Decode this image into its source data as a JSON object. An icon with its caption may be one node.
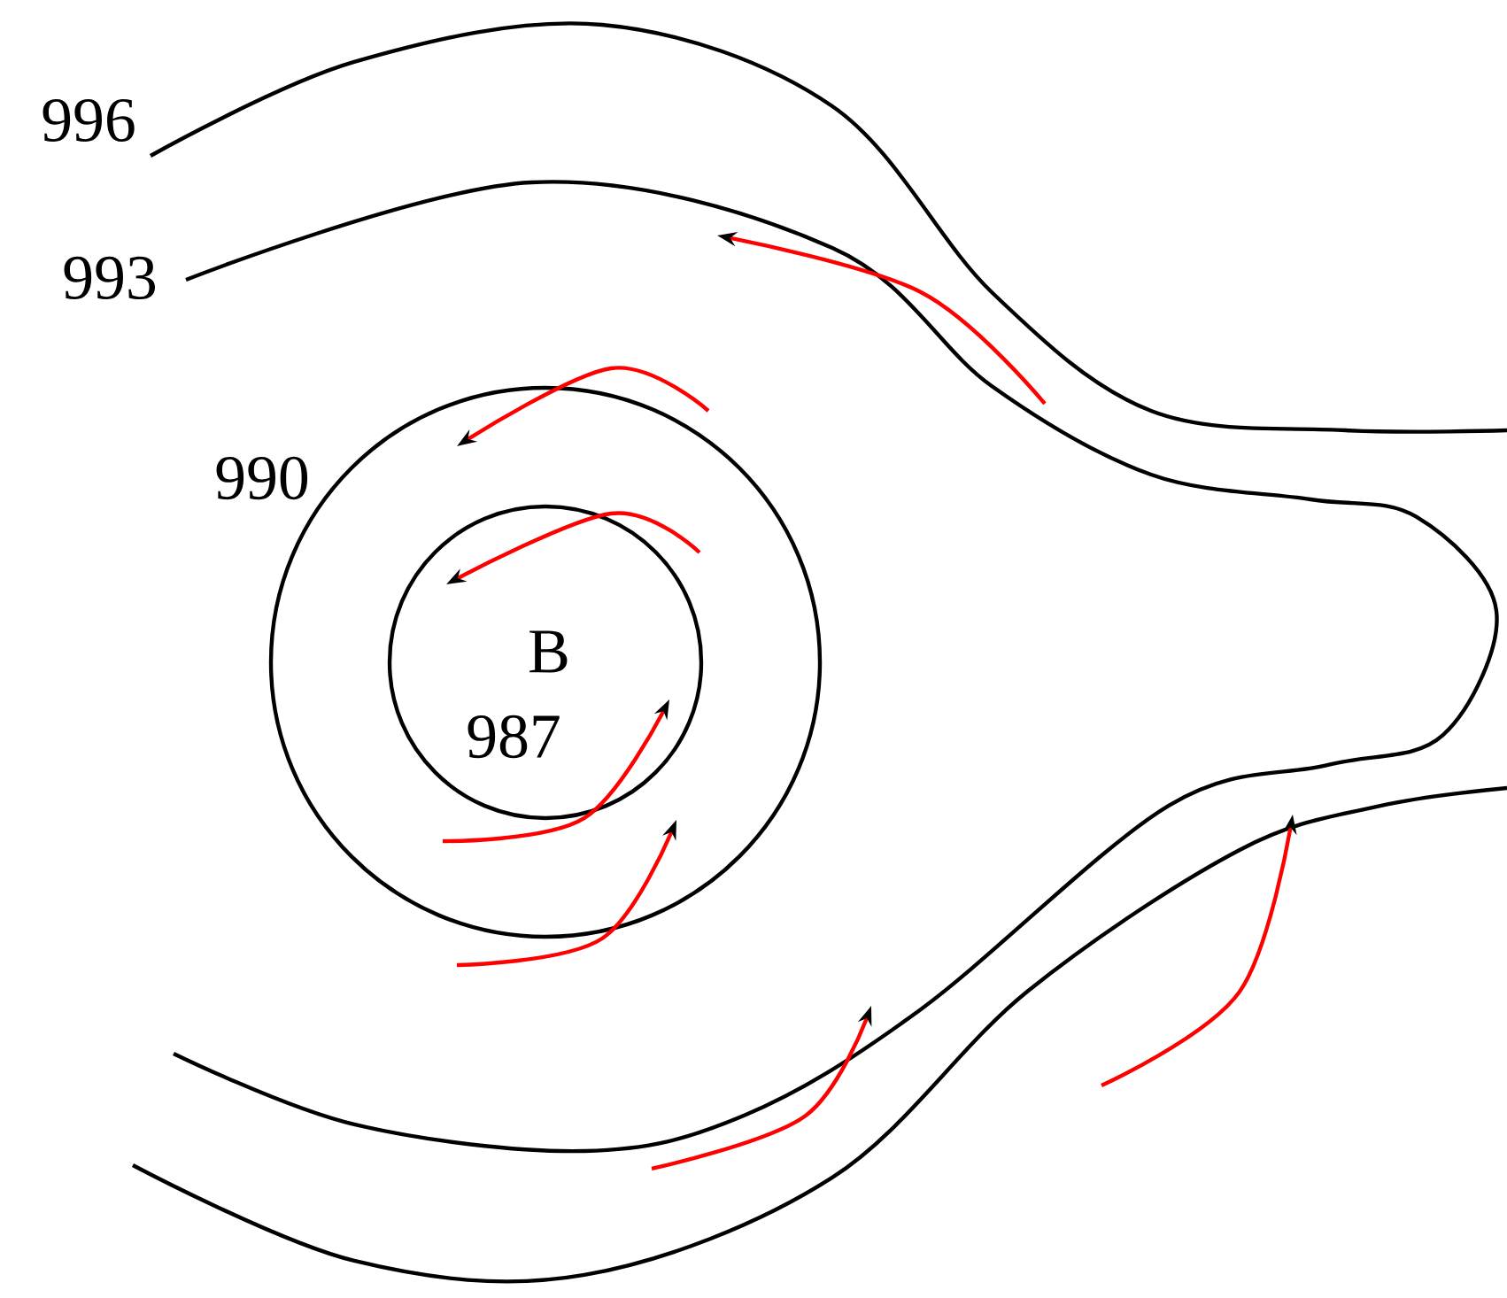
{
  "diagram": {
    "labels": [
      "996",
      "993",
      "990",
      "B",
      "987"
    ]
  }
}
